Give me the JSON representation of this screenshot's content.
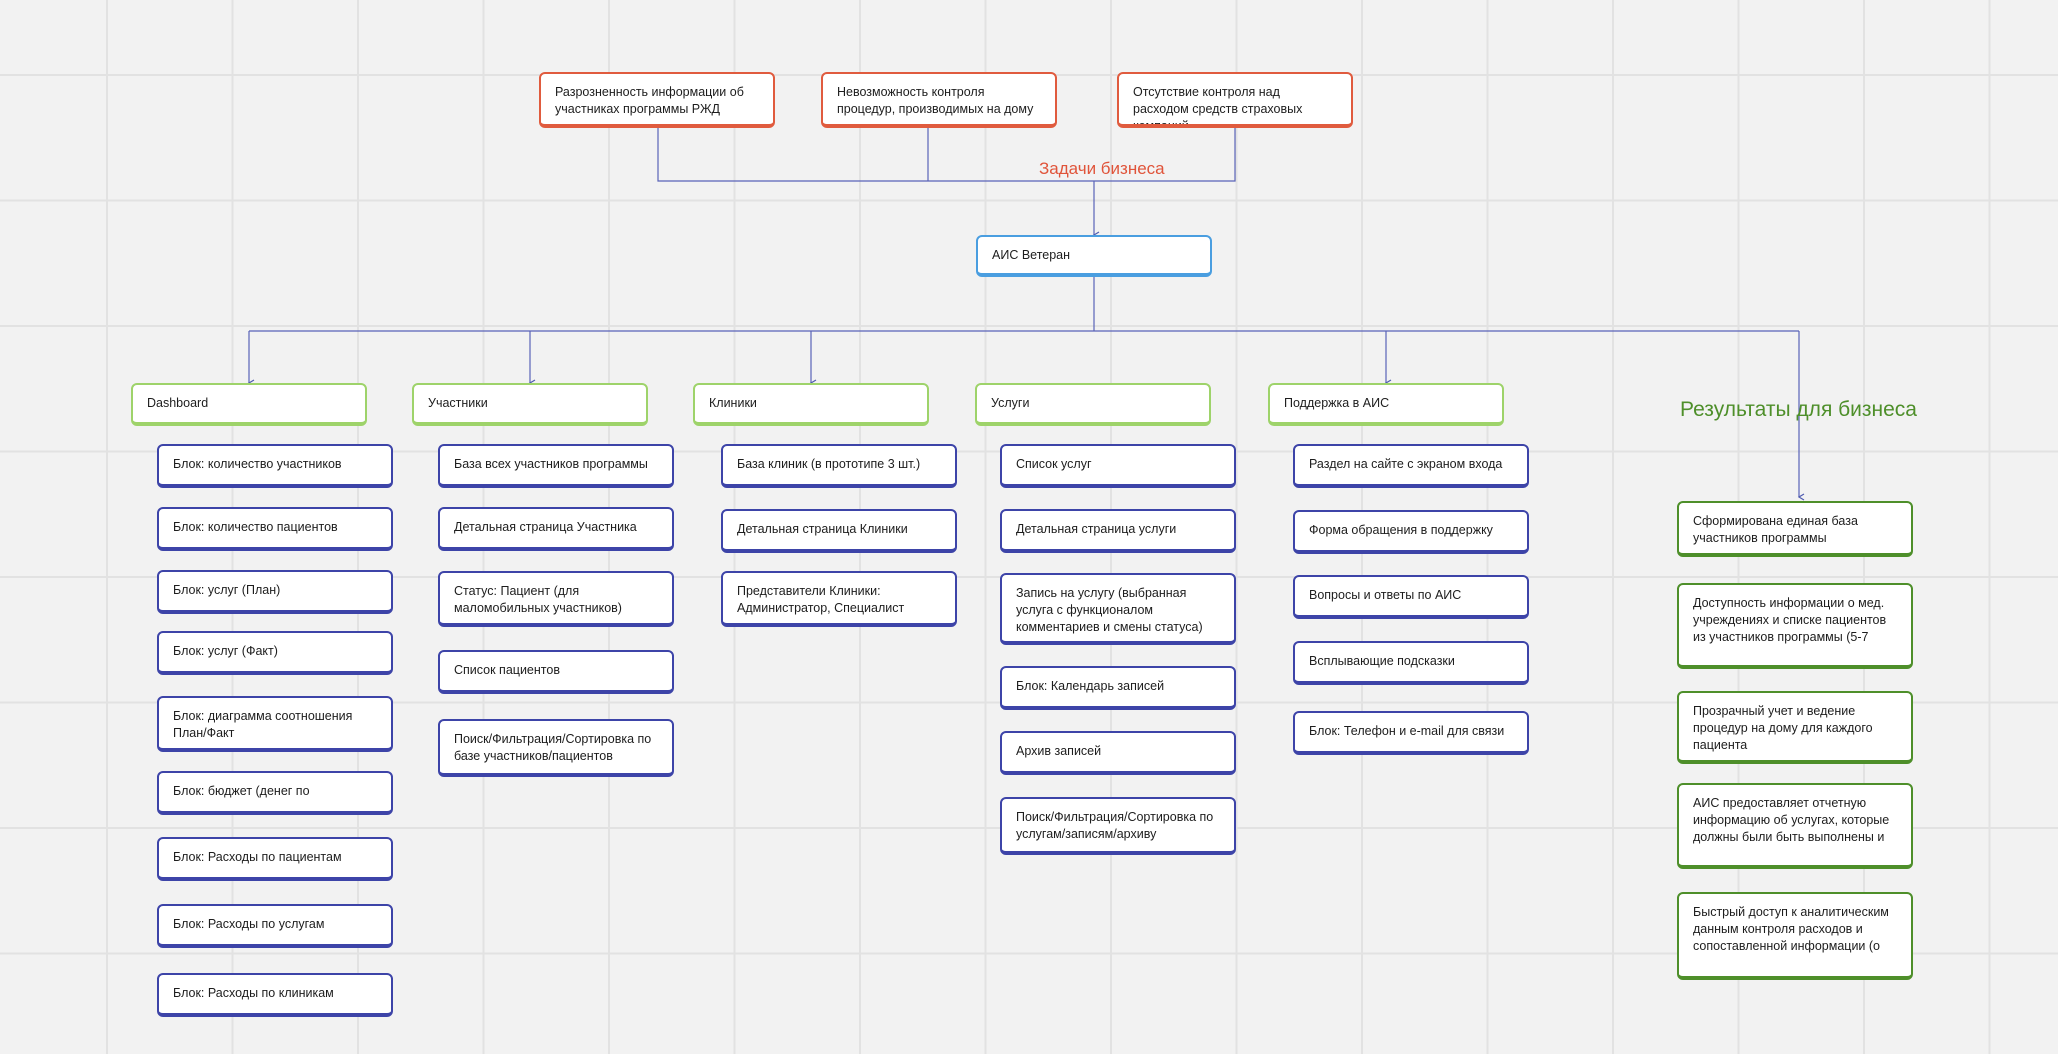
{
  "labels": {
    "business_tasks": "Задачи бизнеса",
    "business_results": "Результаты для бизнеса"
  },
  "problems": [
    "Разрозненность информации об участниках программы РЖД",
    "Невозможность контроля процедур, производимых на дому",
    "Отсутствие контроля над расходом средств страховых компаний"
  ],
  "root": "АИС Ветеран",
  "sections": [
    {
      "title": "Dashboard",
      "items": [
        "Блок: количество участников",
        "Блок: количество пациентов",
        "Блок: услуг (План)",
        "Блок: услуг (Факт)",
        "Блок: диаграмма соотношения План/Факт",
        "Блок: бюджет (денег по",
        "Блок: Расходы по пациентам",
        "Блок: Расходы по услугам",
        "Блок: Расходы по клиникам"
      ]
    },
    {
      "title": "Участники",
      "items": [
        "База всех участников программы",
        "Детальная страница Участника",
        "Статус: Пациент (для маломобильных участников)",
        "Список пациентов",
        "Поиск/Фильтрация/Сортировка по базе участников/пациентов"
      ]
    },
    {
      "title": "Клиники",
      "items": [
        "База клиник (в прототипе 3 шт.)",
        "Детальная страница Клиники",
        "Представители Клиники: Администратор, Специалист"
      ]
    },
    {
      "title": "Услуги",
      "items": [
        "Список услуг",
        "Детальная страница услуги",
        "Запись на услугу (выбранная услуга с функционалом комментариев и смены статуса)",
        "Блок: Календарь записей",
        "Архив записей",
        "Поиск/Фильтрация/Сортировка по услугам/записям/архиву"
      ]
    },
    {
      "title": "Поддержка в АИС",
      "items": [
        "Раздел на сайте с экраном входа",
        "Форма обращения в поддержку",
        "Вопросы и ответы по АИС",
        "Всплывающие подсказки",
        "Блок: Телефон и e-mail для связи"
      ]
    }
  ],
  "results": [
    "Сформирована единая база участников программы",
    "Доступность информации о мед. учреждениях и списке пациентов из участников программы (5-7",
    "Прозрачный учет и ведение процедур на дому для каждого пациента",
    "АИС предоставляет отчетную информацию об услугах, которые должны были быть выполнены и",
    "Быстрый доступ к аналитическим данным контроля расходов и сопоставленной информации (о"
  ]
}
